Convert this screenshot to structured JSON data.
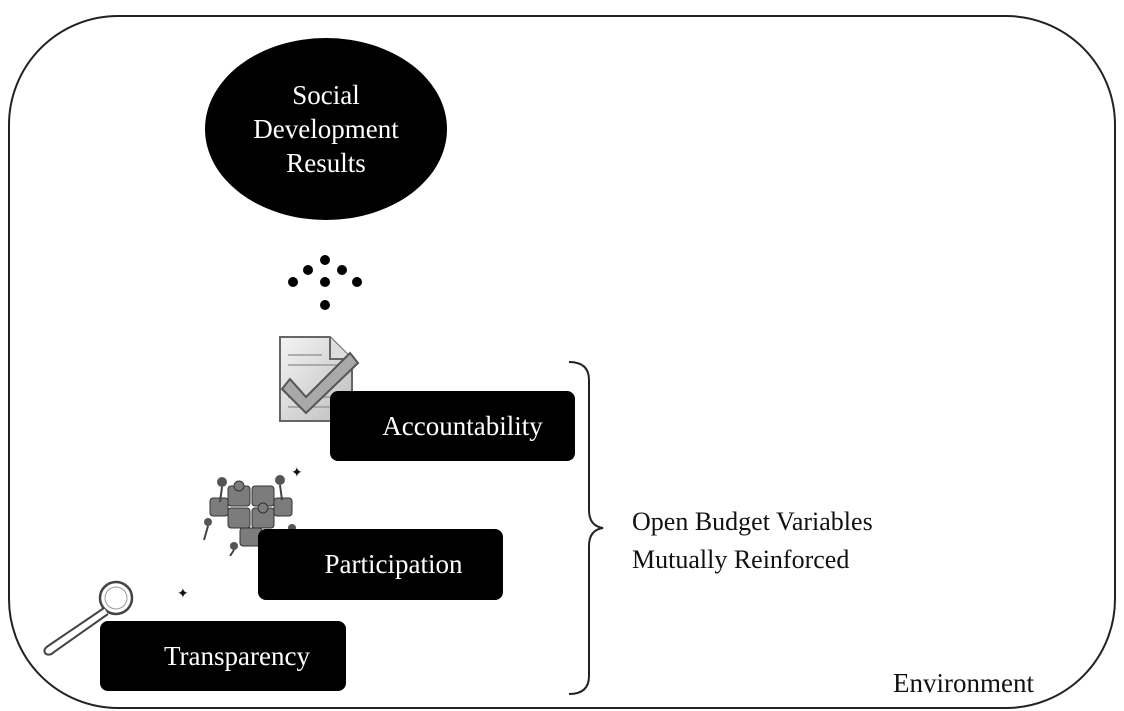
{
  "outcome": {
    "line1": "Social",
    "line2": "Development",
    "line3": "Results"
  },
  "steps": {
    "transparency": "Transparency",
    "participation": "Participation",
    "accountability": "Accountability"
  },
  "bracket_label": {
    "line1": "Open Budget Variables",
    "line2": "Mutually Reinforced"
  },
  "environment_label": "Environment",
  "icons": {
    "transparency": "magnifying-glass-icon",
    "participation": "people-puzzle-icon",
    "accountability": "checked-document-icon",
    "arrow": "dotted-arrow-up-icon"
  }
}
